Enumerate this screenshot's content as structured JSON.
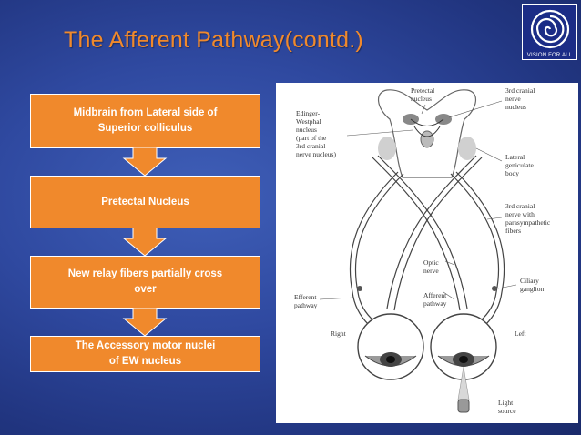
{
  "slide": {
    "title": "The Afferent Pathway(contd.)",
    "logo": {
      "text": "VISION FOR ALL",
      "icon": "spiral-eye-icon"
    },
    "colors": {
      "accent": "#f0892c",
      "background": "#2f49a0",
      "logo_bg": "#1b2c86"
    }
  },
  "flowchart": {
    "steps": [
      {
        "line1": "Midbrain from Lateral side of",
        "line2": "Superior colliculus"
      },
      {
        "line1": "Pretectal Nucleus",
        "line2": ""
      },
      {
        "line1": "New relay fibers partially cross",
        "line2": "over"
      },
      {
        "line1": "The Accessory motor nuclei",
        "line2": "of EW nucleus"
      }
    ]
  },
  "figure": {
    "labels": {
      "pretectal": [
        "Pretectal",
        "nucleus"
      ],
      "third_nucleus": [
        "3rd cranial",
        "nerve",
        "nucleus"
      ],
      "edinger": [
        "Edinger-",
        "Westphal",
        "nucleus",
        "(part of the",
        "3rd cranial",
        "nerve nucleus)"
      ],
      "lgb": [
        "Lateral",
        "geniculate",
        "body"
      ],
      "third_para": [
        "3rd cranial",
        "nerve with",
        "parasympathetic",
        "fibers"
      ],
      "optic": [
        "Optic",
        "nerve"
      ],
      "ciliary": [
        "Ciliary",
        "ganglion"
      ],
      "efferent": [
        "Efferent",
        "pathway"
      ],
      "afferent": [
        "Afferent",
        "pathway"
      ],
      "right": "Right",
      "left": "Left",
      "light": [
        "Light",
        "source"
      ]
    }
  }
}
